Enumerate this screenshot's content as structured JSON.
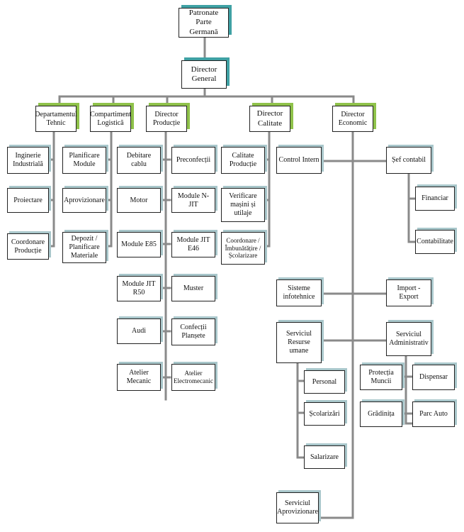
{
  "org_chart": {
    "patronat": "Patronate\nParte Germană",
    "director_general": "Director\nGeneral",
    "departments": {
      "tehnic": "Departamentul\nTehnic",
      "logistica": "Compartiment\nLogistică",
      "productie": "Director\nProducție",
      "calitate": "Director\nCalitate",
      "economic": "Director\nEconomic"
    },
    "tehnic_units": {
      "inginerie": "Inginerie\nIndustrială",
      "proiectare": "Proiectare",
      "coordonare": "Coordonare\nProducție"
    },
    "logistica_units": {
      "planificare": "Planificare\nModule",
      "aprovizionare": "Aprovizionare",
      "depozit": "Depozit /\nPlanificare\nMateriale"
    },
    "productie_units": {
      "debitare": "Debitare cablu",
      "preconfectii": "Preconfecții",
      "motor": "Motor",
      "module_njit": "Module N-JIT",
      "module_e85": "Module E85",
      "module_e46": "Module JIT\nE46",
      "module_r50": "Module JIT\nR50",
      "muster": "Muster",
      "audi": "Audi",
      "confectii_plansete": "Confecții\nPlanșete",
      "atelier_mecanic": "Atelier\nMecanic",
      "atelier_electromecanic": "Atelier\nElectromecanic"
    },
    "calitate_units": {
      "calitate_productie": "Calitate\nProducție",
      "verificare": "Verificare\nmașini și\nutilaje",
      "coordonare_scolarizare": "Coordonare /\nÎmbunătățire /\nȘcolarizare"
    },
    "economic_units": {
      "control_intern": "Control Intern",
      "sef_contabil": "Șef contabil",
      "financiar": "Financiar",
      "contabilitate": "Contabilitate",
      "sisteme": "Sisteme\ninfotehnice",
      "import_export": "Import -\nExport",
      "resurse_umane": "Serviciul\nResurse\numane",
      "administrativ": "Serviciul\nAdministrativ",
      "personal": "Personal",
      "scolarizari": "Școlarizări",
      "salarizare": "Salarizare",
      "protectia_muncii": "Protecția\nMuncii",
      "dispensar": "Dispensar",
      "gradinita": "Grădinița",
      "parc_auto": "Parc Auto",
      "aprovizionare_serv": "Serviciul\nAprovizionare"
    },
    "colors": {
      "connector": "#8a8a8a",
      "green_accent": "#8fc24a",
      "teal_accent": "#3fa1a4",
      "gray_accent": "#a9c7cb",
      "border": "#222222"
    }
  }
}
